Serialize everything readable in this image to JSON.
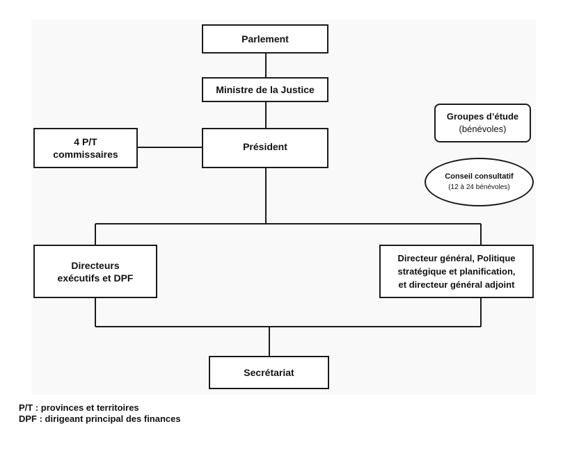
{
  "nodes": {
    "parlement": "Parlement",
    "ministre": "Ministre de la Justice",
    "president": "Président",
    "commissaires": "4 P/T\ncommissaires",
    "groupes_title": "Groupes d’étude",
    "groupes_sub": "(bénévoles)",
    "conseil_title": "Conseil consultatif",
    "conseil_sub": "(12 à 24 bénévoles)",
    "directeurs": "Directeurs\nexécutifs et DPF",
    "directeur_general": "Directeur général, Politique\nstratégique et planification,\net directeur général adjoint",
    "secretariat": "Secrétariat"
  },
  "legend": [
    "P/T : provinces et territoires",
    "DPF : dirigeant principal des finances"
  ]
}
